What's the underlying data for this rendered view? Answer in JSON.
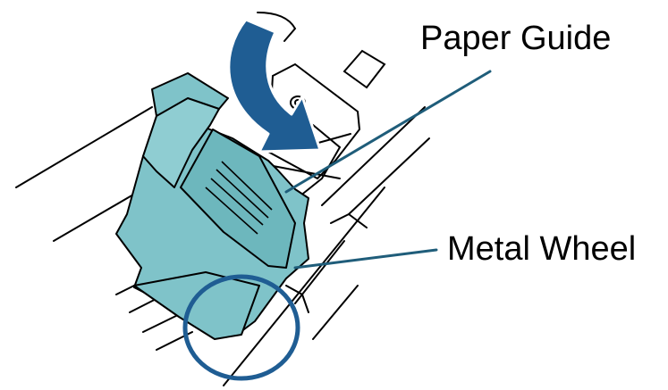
{
  "labels": {
    "paper_guide": "Paper Guide",
    "metal_wheel": "Metal Wheel"
  },
  "colors": {
    "guide_fill": "#7fc3c9",
    "guide_shade": "#5aa9b0",
    "arrow": "#1f5d93",
    "callout_line": "#1f5d7a",
    "highlight_circle": "#1f5d93",
    "outline": "#000000"
  },
  "icons": {
    "rotate_arrow": "curved-arrow-icon",
    "highlight": "highlight-circle"
  }
}
